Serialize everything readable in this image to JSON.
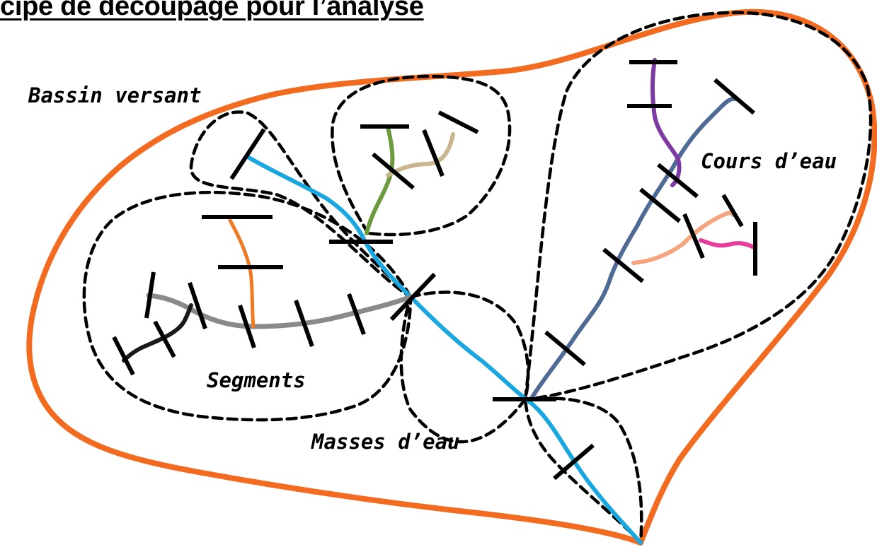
{
  "title": "cipe de découpage pour l’analyse",
  "labels": {
    "bassin_versant": "Bassin versant",
    "cours_deau": "Cours d’eau",
    "segments": "Segments",
    "masses_deau": "Masses d’eau"
  },
  "colors": {
    "bassin_outline": "#F26B21",
    "masse_deau_outline": "#000000",
    "main_river": "#1AA7E0",
    "east_river": "#4F6A95",
    "purple_tributary": "#7D3AA3",
    "salmon_tributary": "#F4A57E",
    "pink_tributary": "#E83E9B",
    "green_tributary": "#6E9A3E",
    "tan_tributary": "#C9B58E",
    "west_river": "#8A8A8A",
    "orange_tributary": "#F07A24",
    "black_tributary": "#1A1A1A",
    "segment_marker": "#000000"
  }
}
